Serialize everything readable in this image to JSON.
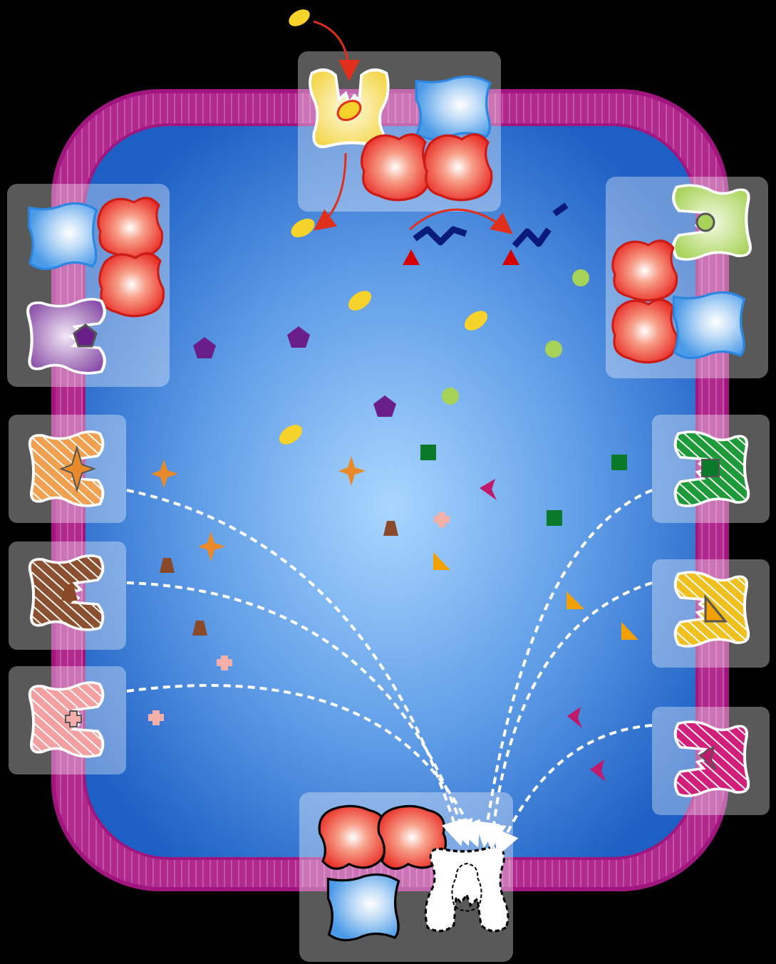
{
  "diagram": {
    "background": "#000000",
    "colors": {
      "membrane_outer": "#a0167e",
      "membrane_inner": "#c64aa4",
      "cytoplasm_center": "#a9d6ff",
      "cytoplasm_edge": "#1d5fc4",
      "panel_fill": "#ffffff",
      "protein_red": "#e8231c",
      "protein_blue": "#4a9ae8",
      "receptor_yellow": "#f4d64a",
      "receptor_green": "#a8d35a",
      "receptor_purple": "#8a4fa8",
      "receptor_orange": "#f0a050",
      "receptor_brown": "#8a5030",
      "receptor_pink": "#f4a0a0",
      "receptor_darkgreen": "#1f9a3a",
      "receptor_gold": "#f0c020",
      "receptor_magenta": "#d0207a",
      "arrow_red": "#e0301c",
      "dashed_arrow": "#ffffff",
      "dna": "#0a1a7a"
    },
    "modules": [
      {
        "name": "top-complex",
        "receptor": "yellow",
        "ligand": "ellipse"
      },
      {
        "name": "left-complex",
        "receptor": "purple",
        "ligand": "pentagon"
      },
      {
        "name": "right-complex",
        "receptor": "green",
        "ligand": "circle"
      },
      {
        "name": "orange-receptor",
        "ligand": "star"
      },
      {
        "name": "brown-receptor",
        "ligand": "trapezoid"
      },
      {
        "name": "pink-receptor",
        "ligand": "cross"
      },
      {
        "name": "darkgreen-receptor",
        "ligand": "square"
      },
      {
        "name": "gold-receptor",
        "ligand": "triangle"
      },
      {
        "name": "magenta-receptor",
        "ligand": "chevron"
      },
      {
        "name": "bottom-complex",
        "receptor": "empty"
      }
    ],
    "ligand_icons": [
      "ellipse-icon",
      "pentagon-icon",
      "circle-icon",
      "star-icon",
      "trapezoid-icon",
      "cross-icon",
      "square-icon",
      "triangle-icon",
      "chevron-icon"
    ]
  }
}
